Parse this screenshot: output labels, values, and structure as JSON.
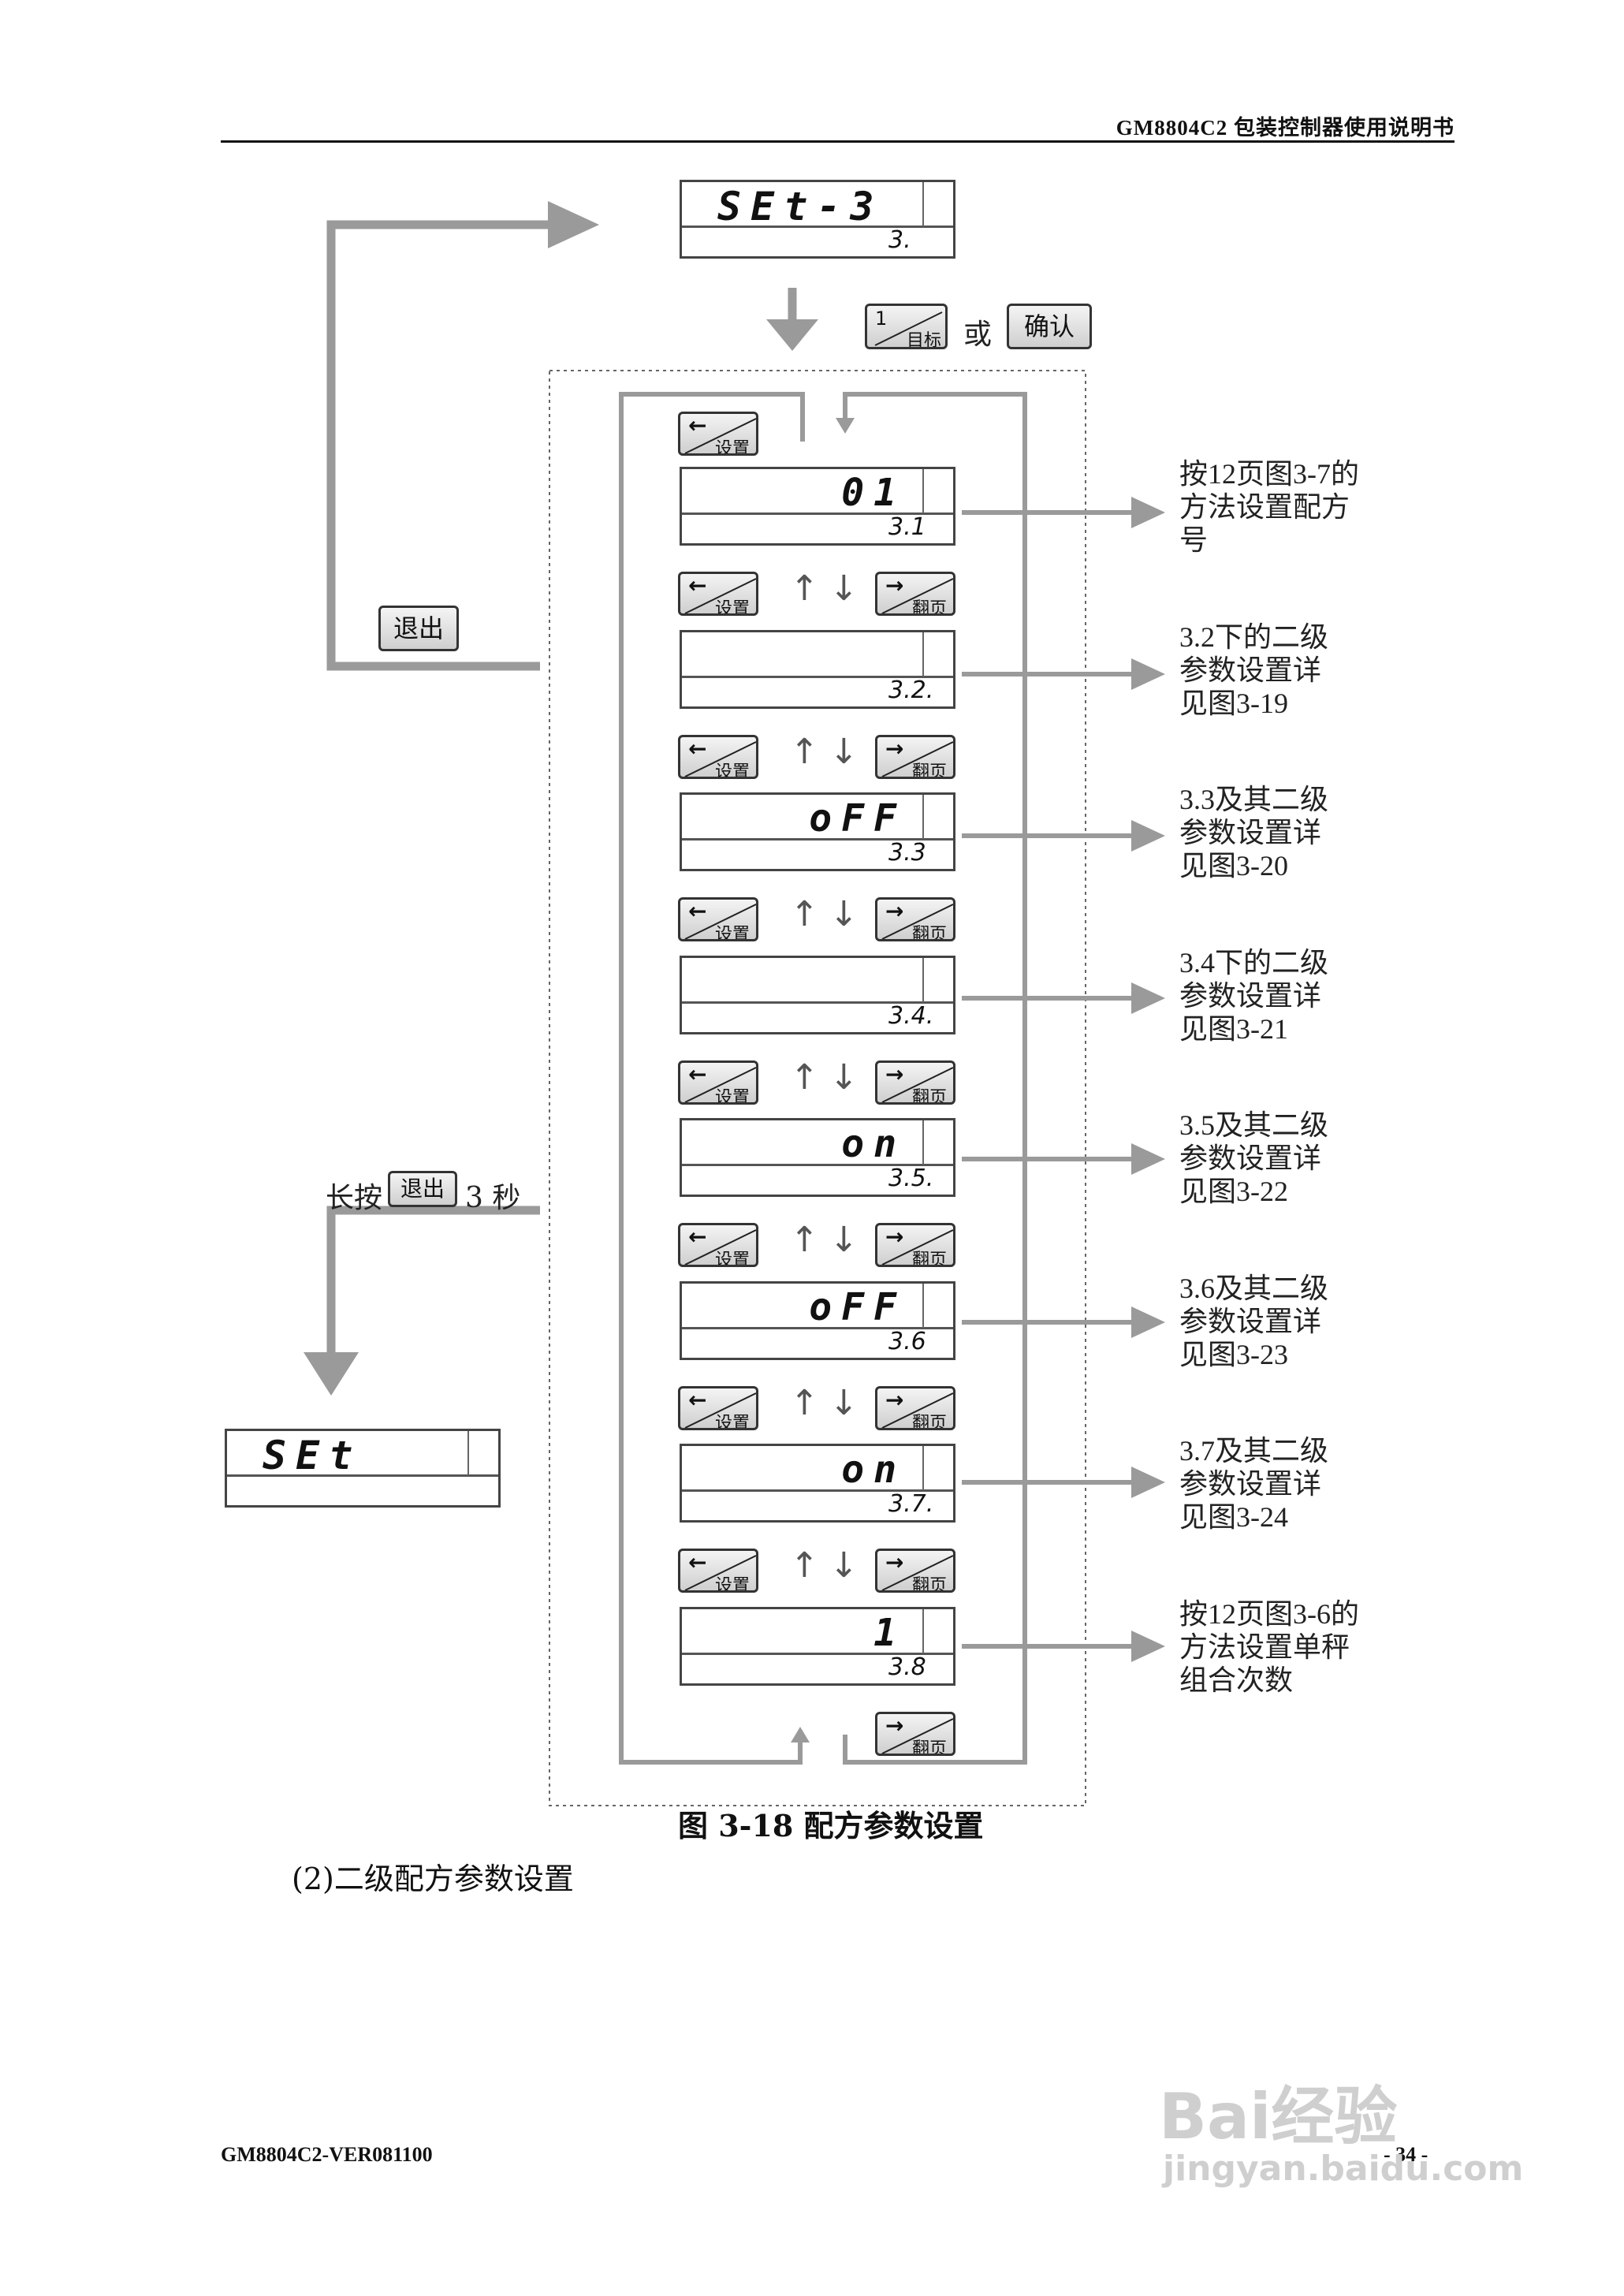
{
  "header": {
    "title": "GM8804C2 包装控制器使用说明书"
  },
  "top_display": {
    "main": "SEt-3",
    "sub": "3."
  },
  "enter": {
    "key1_num": "1",
    "key1_label": "目标",
    "or_text": "或",
    "confirm_label": "确认"
  },
  "exit_key": "退出",
  "long_press": {
    "prefix": "长按",
    "key": "退出",
    "suffix": "3 秒"
  },
  "bottom_left_display": {
    "main": "SEt",
    "sub": ""
  },
  "keys": {
    "set_label": "设置",
    "page_label": "翻页",
    "up": "↑",
    "down": "↓"
  },
  "rows": [
    {
      "main": "01",
      "sub": "3.1",
      "desc": [
        "按12页图3-7的",
        "方法设置配方",
        "号"
      ]
    },
    {
      "main": "",
      "sub": "3.2.",
      "desc": [
        "3.2下的二级",
        "参数设置详",
        "见图3-19"
      ]
    },
    {
      "main": "oFF",
      "sub": "3.3",
      "desc": [
        "3.3及其二级",
        "参数设置详",
        "见图3-20"
      ]
    },
    {
      "main": "",
      "sub": "3.4.",
      "desc": [
        "3.4下的二级",
        "参数设置详",
        "见图3-21"
      ]
    },
    {
      "main": "on",
      "sub": "3.5.",
      "desc": [
        "3.5及其二级",
        "参数设置详",
        "见图3-22"
      ]
    },
    {
      "main": "oFF",
      "sub": "3.6",
      "desc": [
        "3.6及其二级",
        "参数设置详",
        "见图3-23"
      ]
    },
    {
      "main": "on",
      "sub": "3.7.",
      "desc": [
        "3.7及其二级",
        "参数设置详",
        "见图3-24"
      ]
    },
    {
      "main": "1",
      "sub": "3.8",
      "desc": [
        "按12页图3-6的",
        "方法设置单秤",
        "组合次数"
      ]
    }
  ],
  "caption": "图 3-18  配方参数设置",
  "section": "(2)二级配方参数设置",
  "footer": {
    "left": "GM8804C2-VER081100",
    "right": "- 34 -"
  },
  "watermark": {
    "line1": "Bai经验",
    "line2": "jingyan.baidu.com"
  },
  "colors": {
    "arrow": "#9a9a9a",
    "line": "#9a9a9a",
    "panel_border": "#444444"
  }
}
